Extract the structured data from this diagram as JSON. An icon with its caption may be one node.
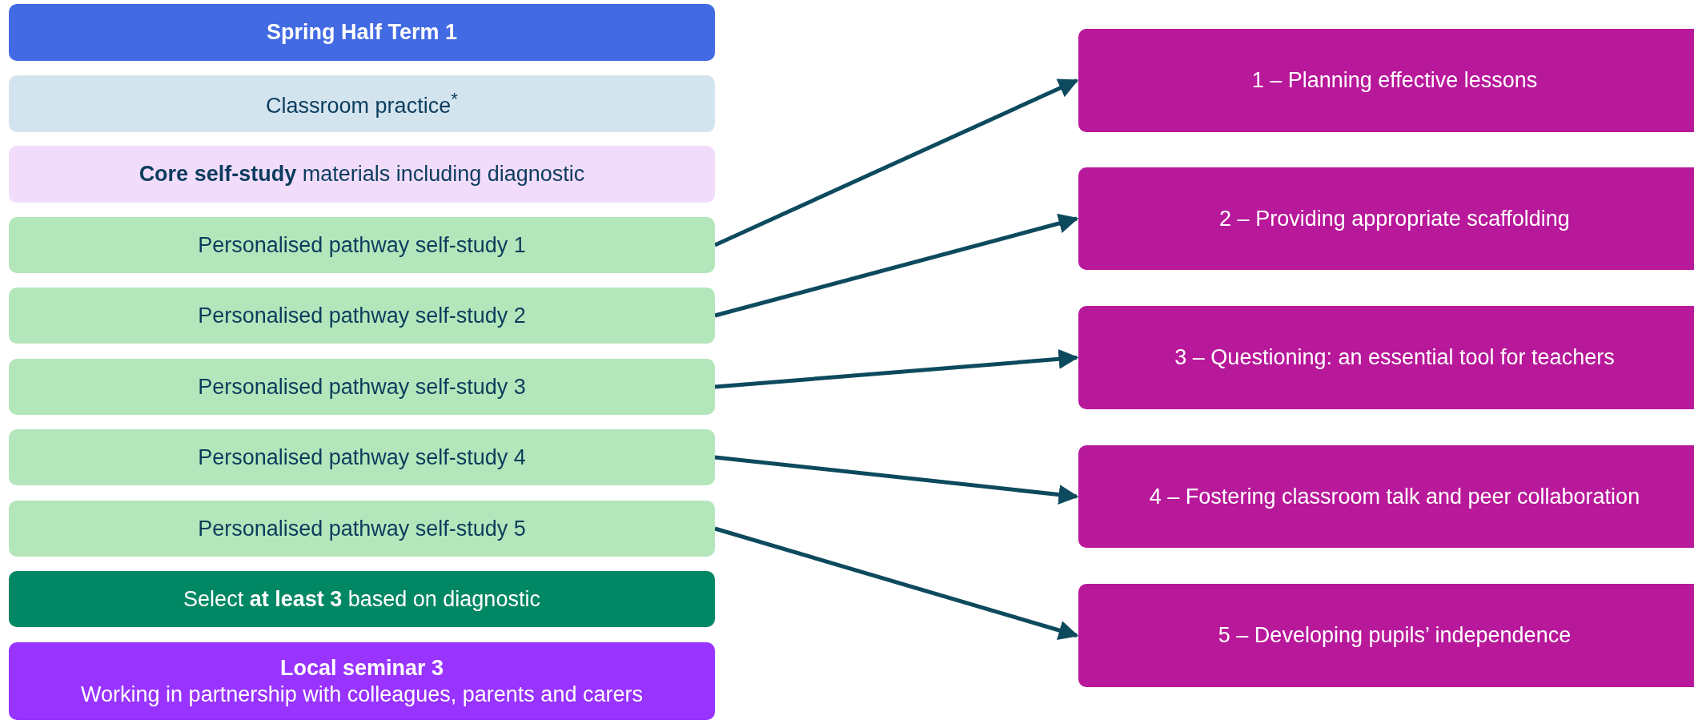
{
  "diagram": {
    "nodes": [
      {
        "text": [
          "Spring Half Term 1"
        ]
      },
      {
        "text": [
          "Classroom practice$^{*}$"
        ]
      },
      {
        "text": [
          "**Core self-study** materials including diagnostic"
        ]
      },
      {
        "text": [
          "Personalised pathway self-study 1"
        ]
      },
      {
        "text": [
          "Personalised pathway self-study 2"
        ]
      },
      {
        "text": [
          "Personalised pathway self-study 3"
        ]
      },
      {
        "text": [
          "Personalised pathway self-study 4"
        ]
      },
      {
        "text": [
          "Personalised pathway self-study 5"
        ]
      },
      {
        "text": [
          "Select **at least 3** based on diagnostic"
        ]
      },
      {
        "text": [
          "Local seminar 3",
          "Working in partnership with colleagues, parents and carers"
        ]
      },
      {
        "text": [
          "1 – Planning effective lessons"
        ]
      },
      {
        "text": [
          "2 – Providing appropriate scaffolding"
        ]
      },
      {
        "text": [
          "3 – Questioning: an essential tool for teachers"
        ]
      },
      {
        "text": [
          "4 – Fostering classroom talk and peer collaboration"
        ]
      },
      {
        "text": [
          "5 – Developing pupils’ independence"
        ]
      }
    ],
    "edges": [
      {
        "from": 3,
        "to": 10,
        "arrow": "to"
      },
      {
        "from": 4,
        "to": 11,
        "arrow": "to"
      },
      {
        "from": 5,
        "to": 12,
        "arrow": "to"
      },
      {
        "from": 6,
        "to": 13,
        "arrow": "to"
      },
      {
        "from": 7,
        "to": 14,
        "arrow": "to"
      }
    ]
  }
}
